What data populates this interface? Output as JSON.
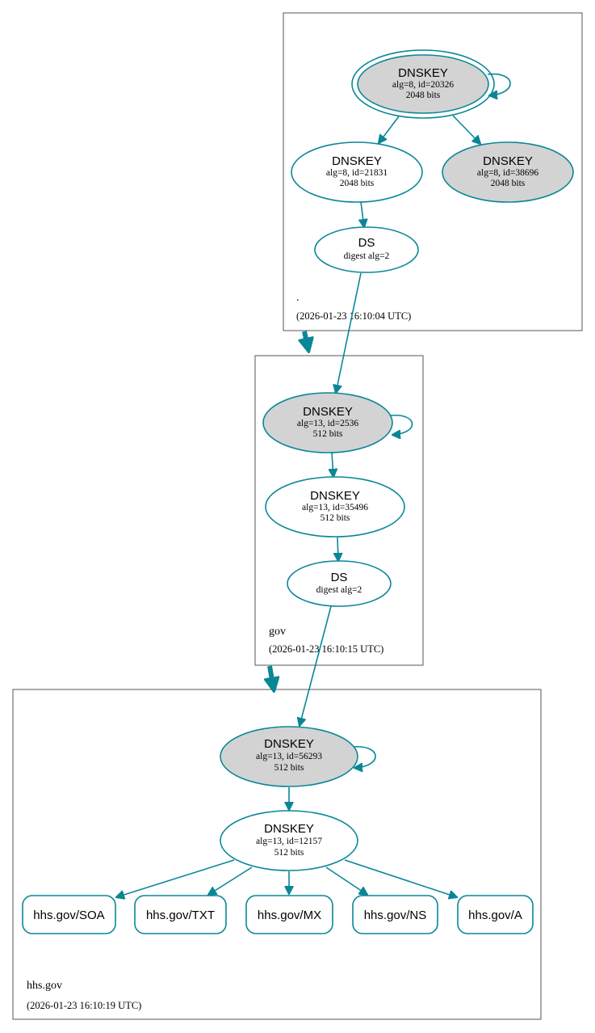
{
  "colors": {
    "accent": "#0a8797",
    "ksk_fill": "#d3d3d3",
    "node_fill": "#ffffff",
    "box_stroke": "#555555"
  },
  "zones": {
    "root": {
      "name": ".",
      "timestamp": "(2026-01-23 16:10:04 UTC)"
    },
    "gov": {
      "name": "gov",
      "timestamp": "(2026-01-23 16:10:15 UTC)"
    },
    "hhs": {
      "name": "hhs.gov",
      "timestamp": "(2026-01-23 16:10:19 UTC)"
    }
  },
  "nodes": {
    "root_ksk": {
      "title": "DNSKEY",
      "line1": "alg=8, id=20326",
      "line2": "2048 bits"
    },
    "root_zsk1": {
      "title": "DNSKEY",
      "line1": "alg=8, id=21831",
      "line2": "2048 bits"
    },
    "root_zsk2": {
      "title": "DNSKEY",
      "line1": "alg=8, id=38696",
      "line2": "2048 bits"
    },
    "root_ds": {
      "title": "DS",
      "line1": "digest alg=2"
    },
    "gov_ksk": {
      "title": "DNSKEY",
      "line1": "alg=13, id=2536",
      "line2": "512 bits"
    },
    "gov_zsk": {
      "title": "DNSKEY",
      "line1": "alg=13, id=35496",
      "line2": "512 bits"
    },
    "gov_ds": {
      "title": "DS",
      "line1": "digest alg=2"
    },
    "hhs_ksk": {
      "title": "DNSKEY",
      "line1": "alg=13, id=56293",
      "line2": "512 bits"
    },
    "hhs_zsk": {
      "title": "DNSKEY",
      "line1": "alg=13, id=12157",
      "line2": "512 bits"
    }
  },
  "records": [
    "hhs.gov/SOA",
    "hhs.gov/TXT",
    "hhs.gov/MX",
    "hhs.gov/NS",
    "hhs.gov/A"
  ]
}
